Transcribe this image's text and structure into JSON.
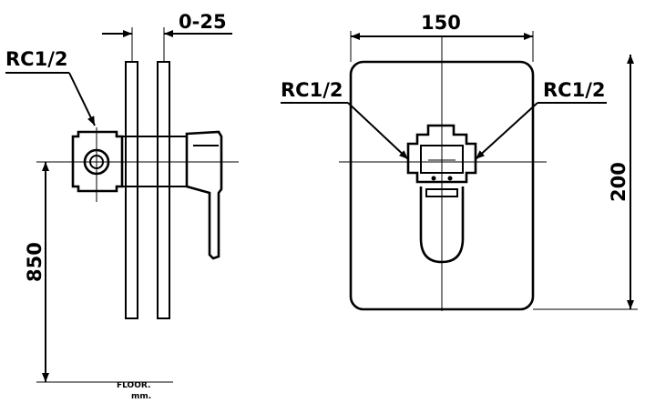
{
  "labels": {
    "dim_depth": "0-25",
    "dim_width": "150",
    "dim_height": "200",
    "dim_floor": "850",
    "thread_side": "RC1/2",
    "thread_front_left": "RC1/2",
    "thread_front_right": "RC1/2",
    "floor": "FLOOR.",
    "unit": "mm."
  },
  "colors": {
    "line": "#000000",
    "background": "#ffffff"
  }
}
